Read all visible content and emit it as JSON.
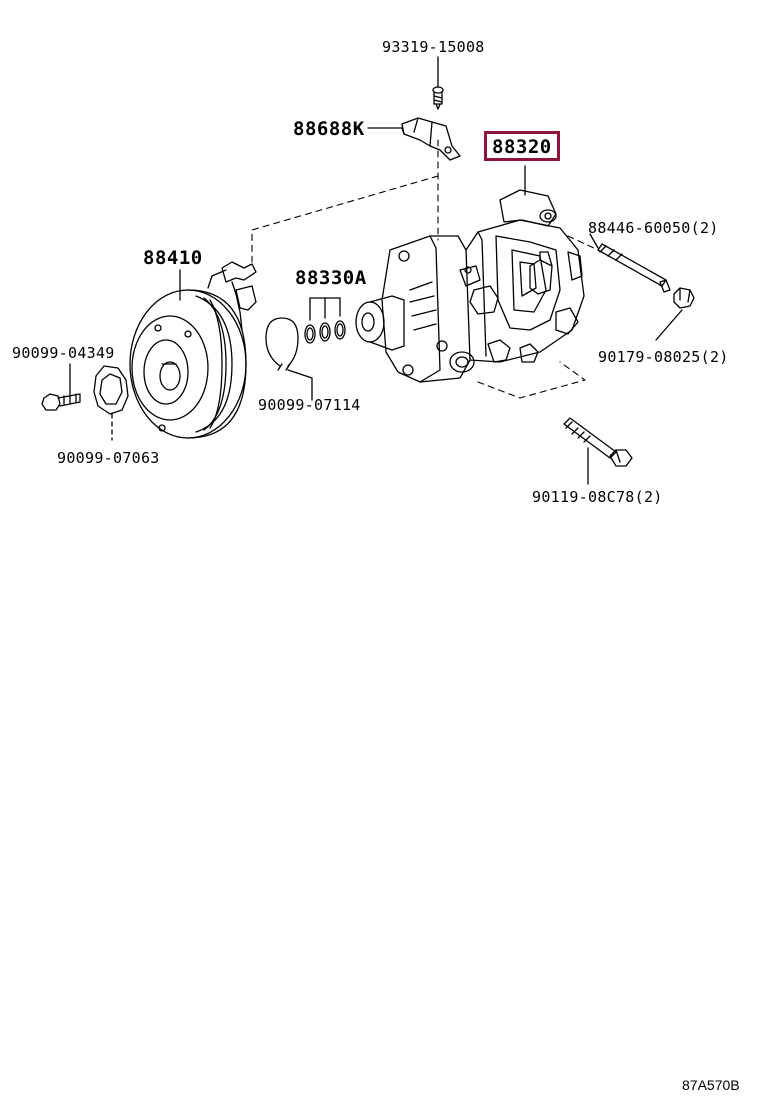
{
  "diagram": {
    "accent_color": "#8e1538",
    "parts": [
      {
        "id": "p-93319",
        "number": "93319-15008"
      },
      {
        "id": "p-88688k",
        "number": "88688K"
      },
      {
        "id": "p-88320",
        "number": "88320",
        "highlighted": true
      },
      {
        "id": "p-88446",
        "number": "88446-60050",
        "qty": "(2)"
      },
      {
        "id": "p-88410",
        "number": "88410"
      },
      {
        "id": "p-88330a",
        "number": "88330A"
      },
      {
        "id": "p-90099-04349",
        "number": "90099-04349"
      },
      {
        "id": "p-90179",
        "number": "90179-08025",
        "qty": "(2)"
      },
      {
        "id": "p-90099-07114",
        "number": "90099-07114"
      },
      {
        "id": "p-90099-07063",
        "number": "90099-07063"
      },
      {
        "id": "p-90119",
        "number": "90119-08C78",
        "qty": "(2)"
      }
    ],
    "diagram_code": "87A570B"
  }
}
